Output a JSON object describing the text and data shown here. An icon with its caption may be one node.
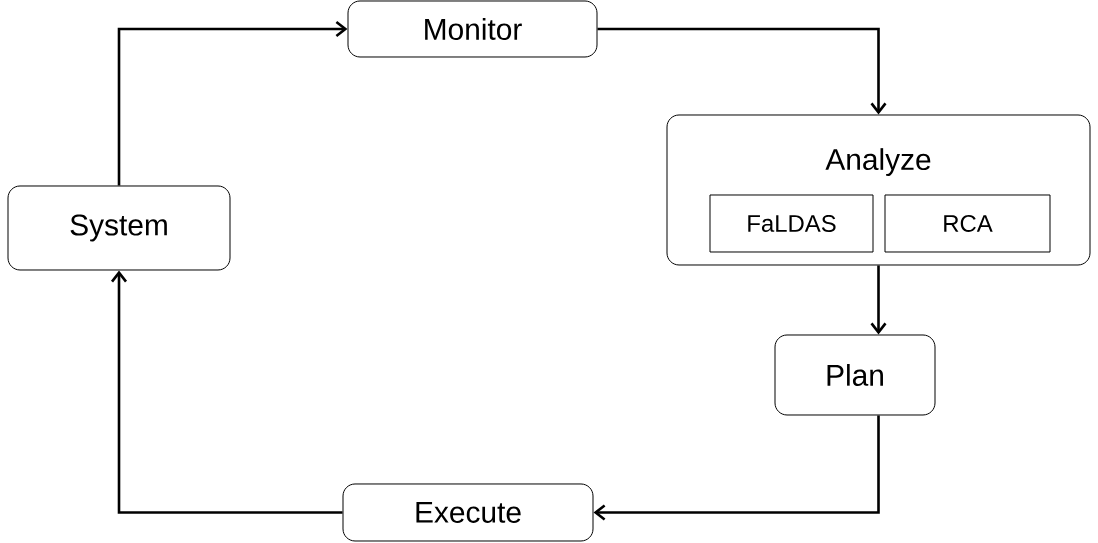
{
  "diagram": {
    "nodes": [
      {
        "text": [
          "Monitor"
        ]
      },
      {
        "text": [
          "Analyze"
        ]
      },
      {
        "text": [
          "FaLDAS"
        ],
        "in": 1
      },
      {
        "text": [
          "RCA"
        ],
        "in": 1
      },
      {
        "text": [
          "Plan"
        ]
      },
      {
        "text": [
          "Execute"
        ]
      },
      {
        "text": [
          "System"
        ]
      }
    ],
    "edges": [
      {
        "from": 6,
        "to": 0,
        "arrow": "to"
      },
      {
        "from": 0,
        "to": 1,
        "arrow": "to"
      },
      {
        "from": 1,
        "to": 4,
        "arrow": "to"
      },
      {
        "from": 4,
        "to": 5,
        "arrow": "to"
      },
      {
        "from": 5,
        "to": 6,
        "arrow": "to"
      }
    ]
  }
}
